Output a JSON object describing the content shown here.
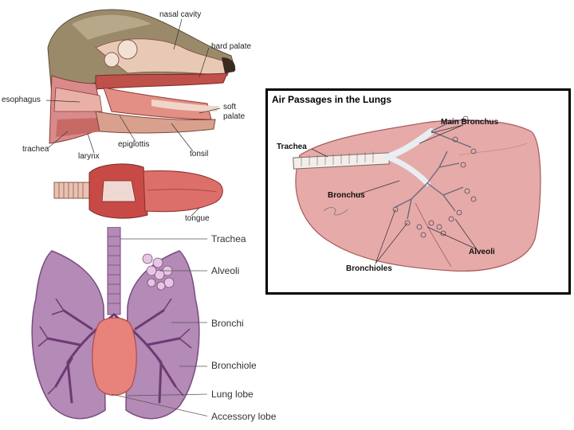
{
  "head_panel": {
    "labels": {
      "nasal_cavity": "nasal cavity",
      "hard_palate": "hard palate",
      "esophagus": "esophagus",
      "soft_palate": "soft palate",
      "trachea": "trachea",
      "larynx": "larynx",
      "epiglottis": "epiglottis",
      "tonsil": "tonsil",
      "tongue": "tongue"
    }
  },
  "lung_panel": {
    "labels": {
      "trachea": "Trachea",
      "alveoli": "Alveoli",
      "bronchi": "Bronchi",
      "bronchiole": "Bronchiole",
      "lung_lobe": "Lung lobe",
      "accessory_lobe": "Accessory lobe"
    }
  },
  "air_passages_panel": {
    "title": "Air Passages in the Lungs",
    "labels": {
      "main_bronchus": "Main Bronchus",
      "trachea": "Trachea",
      "bronchus": "Bronchus",
      "alveoli": "Alveoli",
      "bronchioles": "Bronchioles"
    }
  },
  "colors": {
    "flesh": "#d98b8b",
    "lung_purple": "#b48ab6",
    "lung_dark": "#7a4a80",
    "heart": "#e7837b",
    "lung_pink": "#e6aaa9"
  }
}
